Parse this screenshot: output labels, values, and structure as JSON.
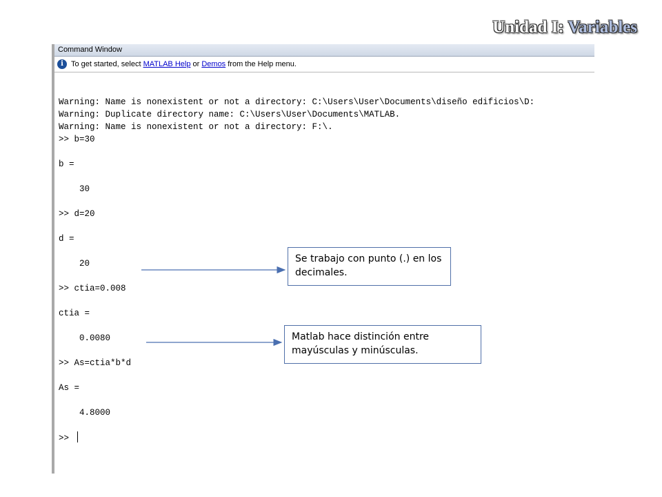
{
  "slide": {
    "title_prefix": "Unidad I: ",
    "title_accent": "Variables"
  },
  "window": {
    "title": "Command Window",
    "info": {
      "icon": "info-icon",
      "text_before": "To get started, select ",
      "link_help": "MATLAB Help",
      "text_or": " or ",
      "link_demos": "Demos",
      "text_after": " from the Help menu."
    },
    "console_lines": [
      "Warning: Name is nonexistent or not a directory: C:\\Users\\User\\Documents\\diseño edificios\\D:",
      "Warning: Duplicate directory name: C:\\Users\\User\\Documents\\MATLAB.",
      "Warning: Name is nonexistent or not a directory: F:\\.",
      ">> b=30",
      "",
      "b =",
      "",
      "    30",
      "",
      ">> d=20",
      "",
      "d =",
      "",
      "    20",
      "",
      ">> ctia=0.008",
      "",
      "ctia =",
      "",
      "    0.0080",
      "",
      ">> As=ctia*b*d",
      "",
      "As =",
      "",
      "    4.8000",
      ""
    ],
    "prompt": ">> "
  },
  "annotations": {
    "note1": "Se trabajo con punto (.) en los decimales.",
    "note2": "Matlab hace distinción entre mayúsculas y minúsculas."
  },
  "colors": {
    "arrow": "#4a6fb0",
    "note_border": "#4f6fa8",
    "title_accent": "#aebdde"
  }
}
